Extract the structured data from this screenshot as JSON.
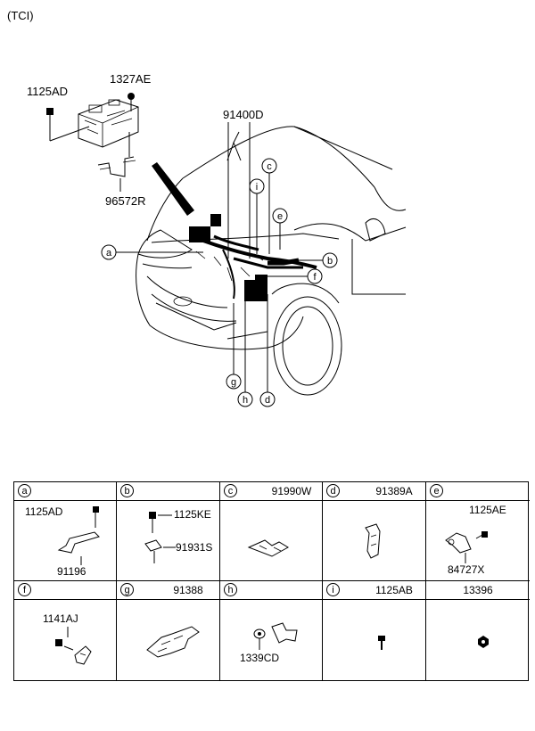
{
  "header_note": "(TCI)",
  "main_labels": {
    "bolt_top_left": "1125AD",
    "nut_top": "1327AE",
    "wiring_main": "91400D",
    "bracket": "96572R"
  },
  "callouts": {
    "a": "a",
    "b": "b",
    "c": "c",
    "d": "d",
    "e": "e",
    "f": "f",
    "g": "g",
    "h": "h",
    "i": "i"
  },
  "table": {
    "header_row_1": [
      {
        "key": "a",
        "part": ""
      },
      {
        "key": "b",
        "part": ""
      },
      {
        "key": "c",
        "part": "91990W"
      },
      {
        "key": "d",
        "part": "91389A"
      },
      {
        "key": "e",
        "part": ""
      }
    ],
    "header_row_2": [
      {
        "key": "f",
        "part": ""
      },
      {
        "key": "g",
        "part": "91388"
      },
      {
        "key": "h",
        "part": ""
      },
      {
        "key": "i",
        "part": "1125AB"
      },
      {
        "key": "",
        "part": "13396"
      }
    ],
    "cell_a": {
      "bolt": "1125AD",
      "bracket": "91196"
    },
    "cell_b": {
      "bolt": "1125KE",
      "clip": "91931S"
    },
    "cell_e": {
      "bolt": "1125AE",
      "bracket": "84727X"
    },
    "cell_f": {
      "clip": "1141AJ"
    },
    "cell_h": {
      "clip": "1339CD"
    }
  }
}
